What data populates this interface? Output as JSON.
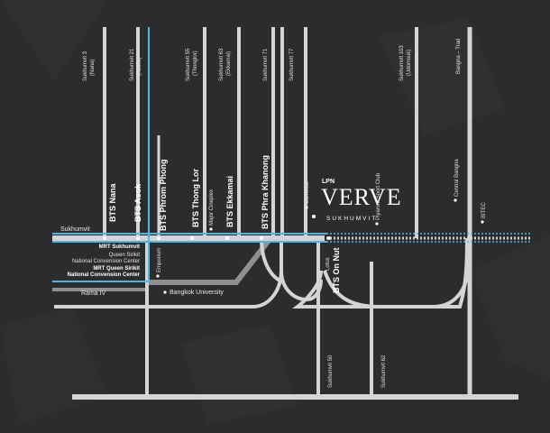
{
  "roads": {
    "sukhumvit": "Sukhumvit",
    "rama_iv": "Rama IV",
    "soi_3": "Sukhumvit 3",
    "soi_3_sub": "(Nana)",
    "soi_21": "Sukhumvit 21",
    "soi_21_sub": "(Asoke)",
    "soi_55": "Sukhumvit 55",
    "soi_55_sub": "(Thonglor)",
    "soi_63": "Sukhumvit 63",
    "soi_63_sub": "(Ekkamai)",
    "soi_71": "Sukhumvit 71",
    "soi_77": "Sukhumvit 77",
    "soi_103": "Sukhumvit 103",
    "soi_103_sub": "(Udomsuk)",
    "bangna_trad": "Bangna – Trad",
    "soi_50": "Sukhumvit 50",
    "soi_62": "Sukhumvit 62"
  },
  "stations": {
    "nana": "BTS Nana",
    "asok": "BTS Asok",
    "phrom_phong": "BTS Phrom Phong",
    "thong_lor": "BTS Thong Lor",
    "ekkamai": "BTS Ekkamai",
    "phra_khanong": "BTS Phra Khanong",
    "on_nut": "BTS On Nut",
    "mrt_sukhumvit": "MRT Sukhumvit",
    "mrt_qsncc": "MRT Queen Sirikit",
    "mrt_qsncc_2": "National Convension Center"
  },
  "landmarks": {
    "qsncc_1": "Queen Sirikit",
    "qsncc_2": "National Convension Center",
    "emporium": "Emporium",
    "major_cineplex": "Major Cineplex",
    "carrefour": "Carrefour",
    "piyarom": "Piyarom Sport Club",
    "central_bangna": "Central Bangna",
    "bitec": "BITEC",
    "bangkok_university": "Bangkok University",
    "lotus": "Lotus"
  },
  "logo": {
    "brand": "LPN",
    "name": "VERVE",
    "tagline": "SUKHUMVIT"
  },
  "colors": {
    "background": "#2b2c2e",
    "road": "#d4d4d4",
    "bts_line": "#4fb6dc"
  }
}
